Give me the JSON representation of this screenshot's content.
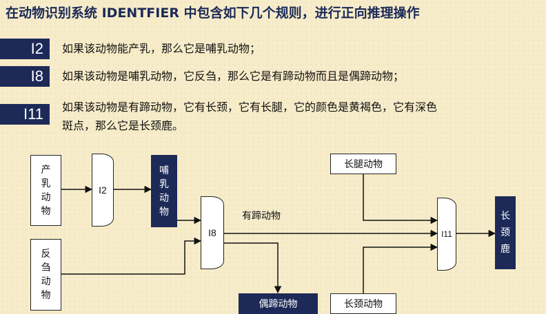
{
  "title": "在动物识别系统 IDENTFIER 中包含如下几个规则，进行正向推理操作",
  "rules": [
    {
      "id": "I2",
      "text": "如果该动物能产乳，那么它是哺乳动物；"
    },
    {
      "id": "I8",
      "text": "如果该动物是哺乳动物，它反刍，那么它是有蹄动物而且是偶蹄动物；"
    },
    {
      "id": "I11",
      "text_line1": "如果该动物是有蹄动物，它有长颈，它有长腿，它的颜色是黄褐色，它有深色",
      "text_line2": "斑点，那么它是长颈鹿。"
    }
  ],
  "diagram": {
    "nodes": {
      "produces_milk": [
        "产",
        "乳",
        "动",
        "物"
      ],
      "ruminates": [
        "反",
        "刍",
        "动",
        "物"
      ],
      "mammal": [
        "哺",
        "乳",
        "动",
        "物"
      ],
      "long_legs": "长腿动物",
      "long_neck": "长颈动物",
      "even_toed": "偶蹄动物",
      "giraffe": [
        "长",
        "颈",
        "鹿"
      ]
    },
    "gates": {
      "g1": "I2",
      "g2": "I8",
      "g3": "I11"
    },
    "edge_labels": {
      "hoofed": "有蹄动物"
    }
  },
  "colors": {
    "navy": "#1d2a58",
    "background": "#f7ecc9"
  }
}
